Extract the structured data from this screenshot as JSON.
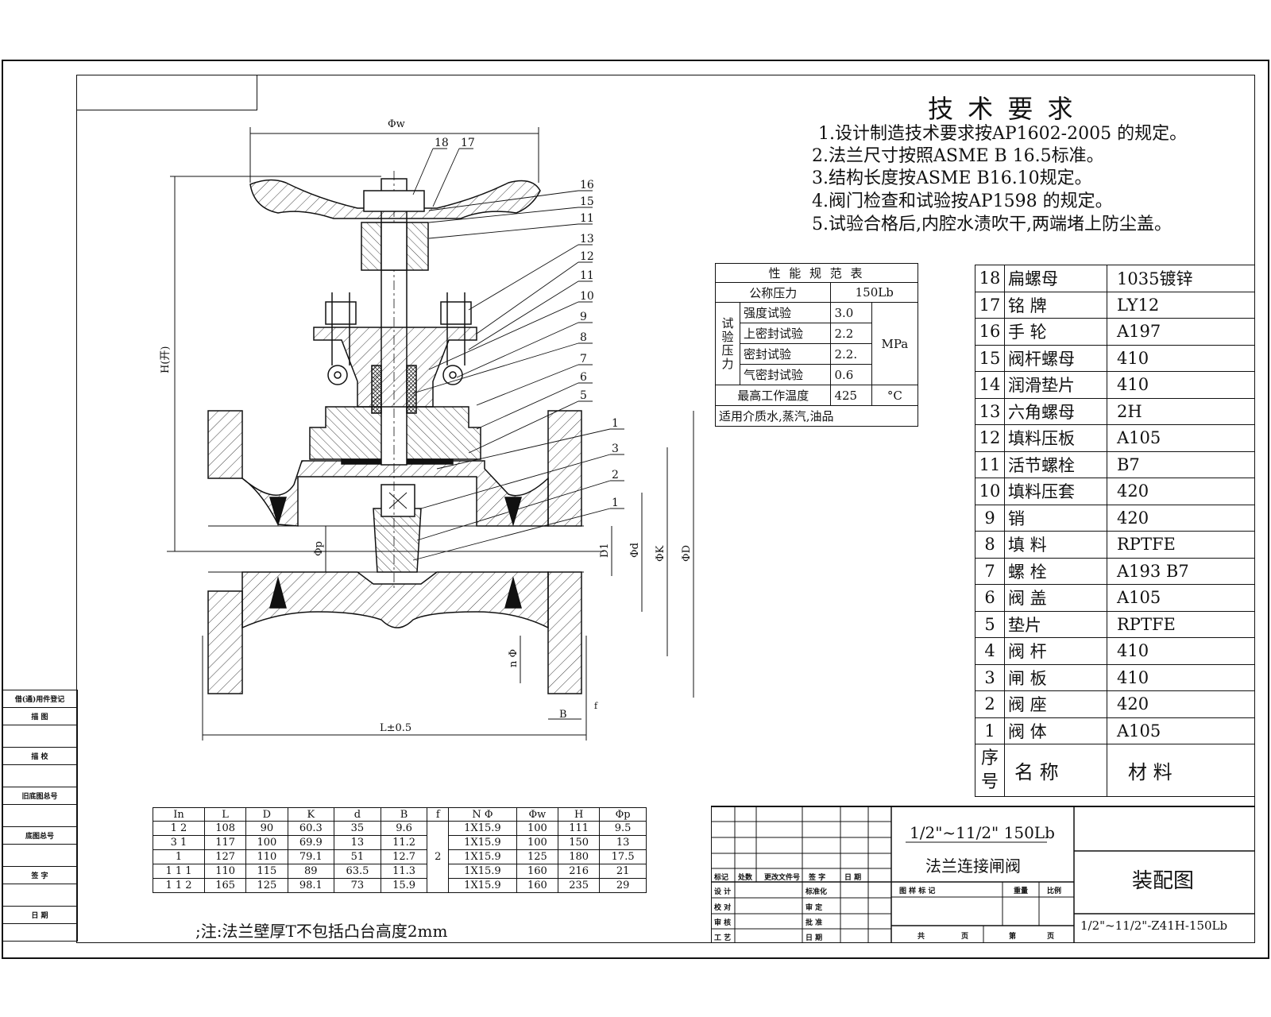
{
  "tech": {
    "title": "技 术 要 求",
    "items": [
      "1.设计制造技术要求按AP1602-2005 的规定。",
      "2.法兰尺寸按照ASME B 16.5标准。",
      "3.结构长度按ASME B16.10规定。",
      "4.阀门检查和试验按AP1598 的规定。",
      "5.试验合格后,内腔水渍吹干,两端堵上防尘盖。"
    ]
  },
  "perf": {
    "title": "性 能 规 范 表",
    "nominal_label": "公称压力",
    "nominal_value": "150Lb",
    "group_label": "试验压力",
    "rows": [
      {
        "label": "强度试验",
        "value": "3.0"
      },
      {
        "label": "上密封试验",
        "value": "2.2"
      },
      {
        "label": "密封试验",
        "value": "2.2."
      },
      {
        "label": "气密封试验",
        "value": "0.6"
      }
    ],
    "unit": "MPa",
    "temp_label": "最高工作温度",
    "temp_value": "425",
    "temp_unit": "°C",
    "media": "适用介质水,蒸汽,油品"
  },
  "parts": {
    "rows": [
      {
        "no": "18",
        "name": "扁螺母",
        "mat": "1035镀锌"
      },
      {
        "no": "17",
        "name": "铭 牌",
        "mat": "LY12"
      },
      {
        "no": "16",
        "name": "手 轮",
        "mat": "A197"
      },
      {
        "no": "15",
        "name": "阀杆螺母",
        "mat": "410"
      },
      {
        "no": "14",
        "name": "润滑垫片",
        "mat": "410"
      },
      {
        "no": "13",
        "name": "六角螺母",
        "mat": "2H"
      },
      {
        "no": "12",
        "name": "填料压板",
        "mat": "A105"
      },
      {
        "no": "11",
        "name": "活节螺栓",
        "mat": "B7"
      },
      {
        "no": "10",
        "name": "填料压套",
        "mat": "420"
      },
      {
        "no": "9",
        "name": "销",
        "mat": "420"
      },
      {
        "no": "8",
        "name": "填 料",
        "mat": "RPTFE"
      },
      {
        "no": "7",
        "name": "螺 栓",
        "mat": "A193 B7"
      },
      {
        "no": "6",
        "name": "阀 盖",
        "mat": "A105"
      },
      {
        "no": "5",
        "name": "垫片",
        "mat": "RPTFE"
      },
      {
        "no": "4",
        "name": "阀 杆",
        "mat": "410"
      },
      {
        "no": "3",
        "name": "闸 板",
        "mat": "410"
      },
      {
        "no": "2",
        "name": "阀 座",
        "mat": "420"
      },
      {
        "no": "1",
        "name": "阀 体",
        "mat": "A105"
      }
    ],
    "header": {
      "no": "序号",
      "name": "名 称",
      "mat": "材 料"
    }
  },
  "dims": {
    "headers": [
      "In",
      "L",
      "D",
      "K",
      "d",
      "B",
      "f",
      "N Φ",
      "Φw",
      "H",
      "Φp"
    ],
    "f_value": "2",
    "rows": [
      [
        "1 2",
        "108",
        "90",
        "60.3",
        "35",
        "9.6",
        "1X15.9",
        "100",
        "111",
        "9.5"
      ],
      [
        "3 1",
        "117",
        "100",
        "69.9",
        "13",
        "11.2",
        "1X15.9",
        "100",
        "150",
        "13"
      ],
      [
        "1",
        "127",
        "110",
        "79.1",
        "51",
        "12.7",
        "1X15.9",
        "125",
        "180",
        "17.5"
      ],
      [
        "1 1 1",
        "110",
        "115",
        "89",
        "63.5",
        "11.3",
        "1X15.9",
        "160",
        "216",
        "21"
      ],
      [
        "1 1 2",
        "165",
        "125",
        "98.1",
        "73",
        "15.9",
        "1X15.9",
        "160",
        "235",
        "29"
      ]
    ],
    "note": ";注:法兰壁厚T不包括凸台高度2mm"
  },
  "title_block": {
    "size": "1/2\"~11/2\" 150Lb",
    "name": "法兰连接闸阀",
    "drawing_type": "装配图",
    "code": "1/2\"~11/2\"-Z41H-150Lb",
    "rev_headers": [
      "标记",
      "处数",
      "更改文件号",
      "签 字",
      "日 期"
    ],
    "sign_rows": [
      [
        "设 计",
        "标准化"
      ],
      [
        "校 对",
        "审 定"
      ],
      [
        "审 核",
        "批 准"
      ],
      [
        "工 艺",
        "日 期"
      ]
    ],
    "stage_headers": [
      "图 样 标 记",
      "重量",
      "比例"
    ],
    "sheet": [
      "共",
      "页",
      "第",
      "页"
    ]
  },
  "side_block": [
    "借(通)用件登记",
    "描 图",
    "描 校",
    "旧底图总号",
    "底图总号",
    "签 字",
    "日 期"
  ],
  "drawing": {
    "balloons": [
      "18",
      "17",
      "16",
      "15",
      "11",
      "13",
      "12",
      "11",
      "10",
      "9",
      "8",
      "7",
      "6",
      "5",
      "1",
      "3",
      "2",
      "1"
    ],
    "dim_labels": {
      "w": "Φw",
      "h": "H(开)",
      "p": "Φp",
      "l": "L±0.5",
      "b": "B",
      "f": "f",
      "n": "n Φ",
      "d1": "D1",
      "d": "Φd",
      "k": "ΦK",
      "dd": "ΦD"
    }
  }
}
